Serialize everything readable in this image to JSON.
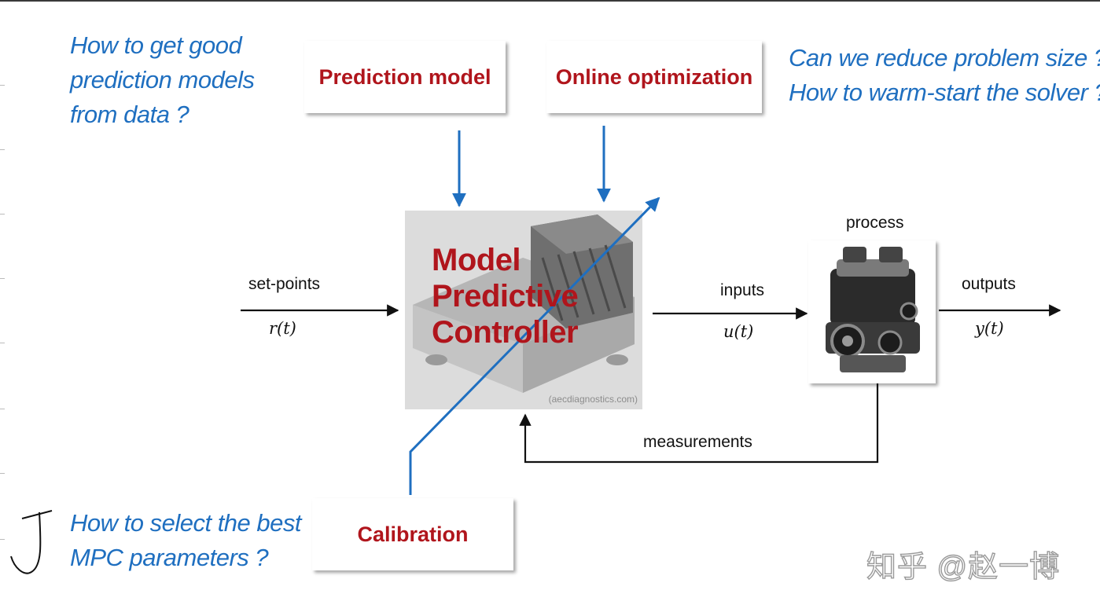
{
  "questions": {
    "models": [
      "How to get good",
      "prediction models",
      "from data ?"
    ],
    "problem": [
      "Can we reduce problem size ?",
      "How to warm-start the solver ?"
    ],
    "parameters": [
      "How to select the best",
      "MPC parameters ?"
    ]
  },
  "boxes": {
    "prediction_model": "Prediction model",
    "online_optimization": "Online optimization",
    "calibration": "Calibration"
  },
  "controller": {
    "title": [
      "Model",
      "Predictive",
      "Controller"
    ],
    "credit": "(aecdiagnostics.com)"
  },
  "signals": {
    "setpoints": "set-points",
    "setpoints_symbol": "r(t)",
    "inputs": "inputs",
    "inputs_symbol": "u(t)",
    "process": "process",
    "outputs": "outputs",
    "outputs_symbol": "y(t)",
    "measurements": "measurements"
  },
  "watermark": "知乎 @赵一博",
  "colors": {
    "question_blue": "#1f6fc0",
    "label_red": "#b0151c",
    "arrow_blue": "#1f6fc0"
  }
}
